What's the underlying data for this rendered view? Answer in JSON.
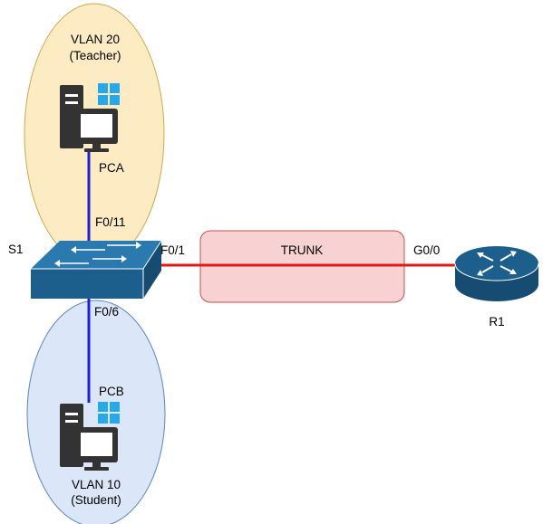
{
  "zones": {
    "teacher": {
      "vlan": "VLAN 20",
      "group": "(Teacher)",
      "fill": "#fdebc4",
      "stroke": "#c9a94e"
    },
    "student": {
      "vlan": "VLAN 10",
      "group": "(Student)",
      "fill": "#dbe7f8",
      "stroke": "#5a84c0"
    }
  },
  "devices": {
    "pca": {
      "label": "PCA",
      "icon": "windows-pc-icon"
    },
    "pcb": {
      "label": "PCB",
      "icon": "windows-pc-icon"
    },
    "switch": {
      "label": "S1",
      "icon": "switch-icon"
    },
    "router": {
      "label": "R1",
      "icon": "router-icon"
    }
  },
  "ports": {
    "pca_port": "F0/11",
    "pcb_port": "F0/6",
    "trunk_switch_port": "F0/1",
    "trunk_router_port": "G0/0"
  },
  "trunk": {
    "label": "TRUNK",
    "fill": "#f8d2d2",
    "stroke": "#c05050"
  },
  "colors": {
    "access_link": "#1f1fd6",
    "trunk_link": "#e01818",
    "device_blue": "#1d5f8c",
    "pc_dark": "#333333",
    "windows_blue": "#29a8e8"
  }
}
